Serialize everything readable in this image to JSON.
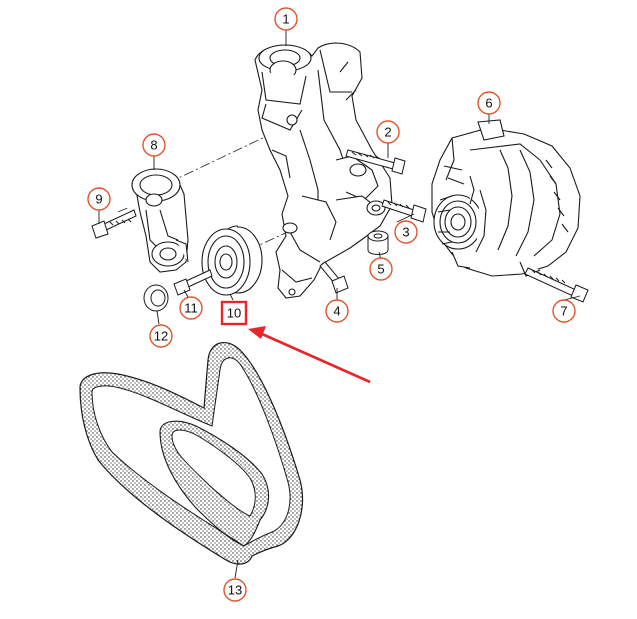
{
  "callouts": [
    {
      "id": "c1",
      "label": "1"
    },
    {
      "id": "c2",
      "label": "2"
    },
    {
      "id": "c3",
      "label": "3"
    },
    {
      "id": "c4",
      "label": "4"
    },
    {
      "id": "c5",
      "label": "5"
    },
    {
      "id": "c6",
      "label": "6"
    },
    {
      "id": "c7",
      "label": "7"
    },
    {
      "id": "c8",
      "label": "8"
    },
    {
      "id": "c9",
      "label": "9"
    },
    {
      "id": "c10",
      "label": "10",
      "highlighted": true
    },
    {
      "id": "c11",
      "label": "11"
    },
    {
      "id": "c12",
      "label": "12"
    },
    {
      "id": "c13",
      "label": "13"
    }
  ],
  "colors": {
    "callout": "#e0552c",
    "highlight": "#e5262a",
    "line": "#1a1a1a",
    "background": "#ffffff"
  }
}
